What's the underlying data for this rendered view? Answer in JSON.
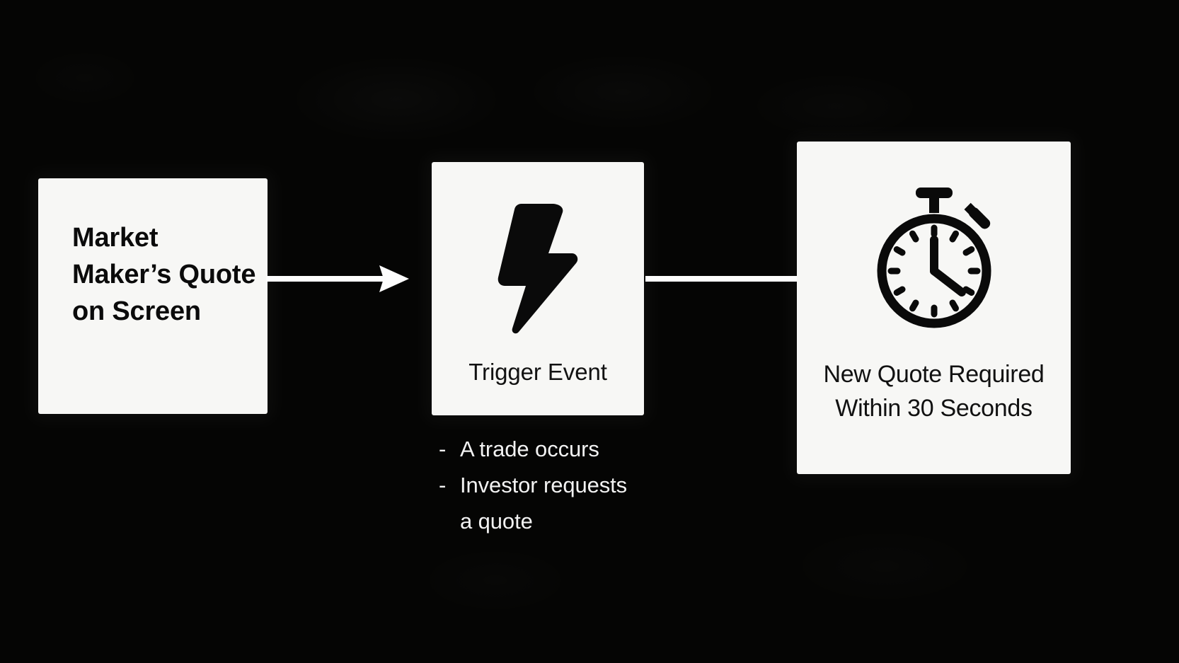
{
  "diagram": {
    "title_flow": "Market maker quote update flow",
    "background_color": "#050504",
    "card_color": "#f7f7f5",
    "text_color_on_dark": "#f2f2f2",
    "text_color_on_card": "#111111"
  },
  "steps": [
    {
      "id": "market-maker-quote",
      "title": "Market Maker’s Quote on Screen",
      "icon": null
    },
    {
      "id": "trigger-event",
      "caption": "Trigger Event",
      "icon": "lightning-bolt-icon",
      "bullets": [
        {
          "dash": "-",
          "line1": "A trade occurs",
          "line2": ""
        },
        {
          "dash": "-",
          "line1": "Investor requests",
          "line2": "a quote"
        }
      ]
    },
    {
      "id": "new-quote-required",
      "caption_line1": "New Quote Required",
      "caption_line2": "Within 30 Seconds",
      "icon": "stopwatch-icon"
    }
  ],
  "connectors": [
    {
      "id": "arrow-1",
      "from": "market-maker-quote",
      "to": "trigger-event",
      "glyph": "→"
    },
    {
      "id": "arrow-2",
      "from": "trigger-event",
      "to": "new-quote-required",
      "glyph": "→"
    }
  ]
}
